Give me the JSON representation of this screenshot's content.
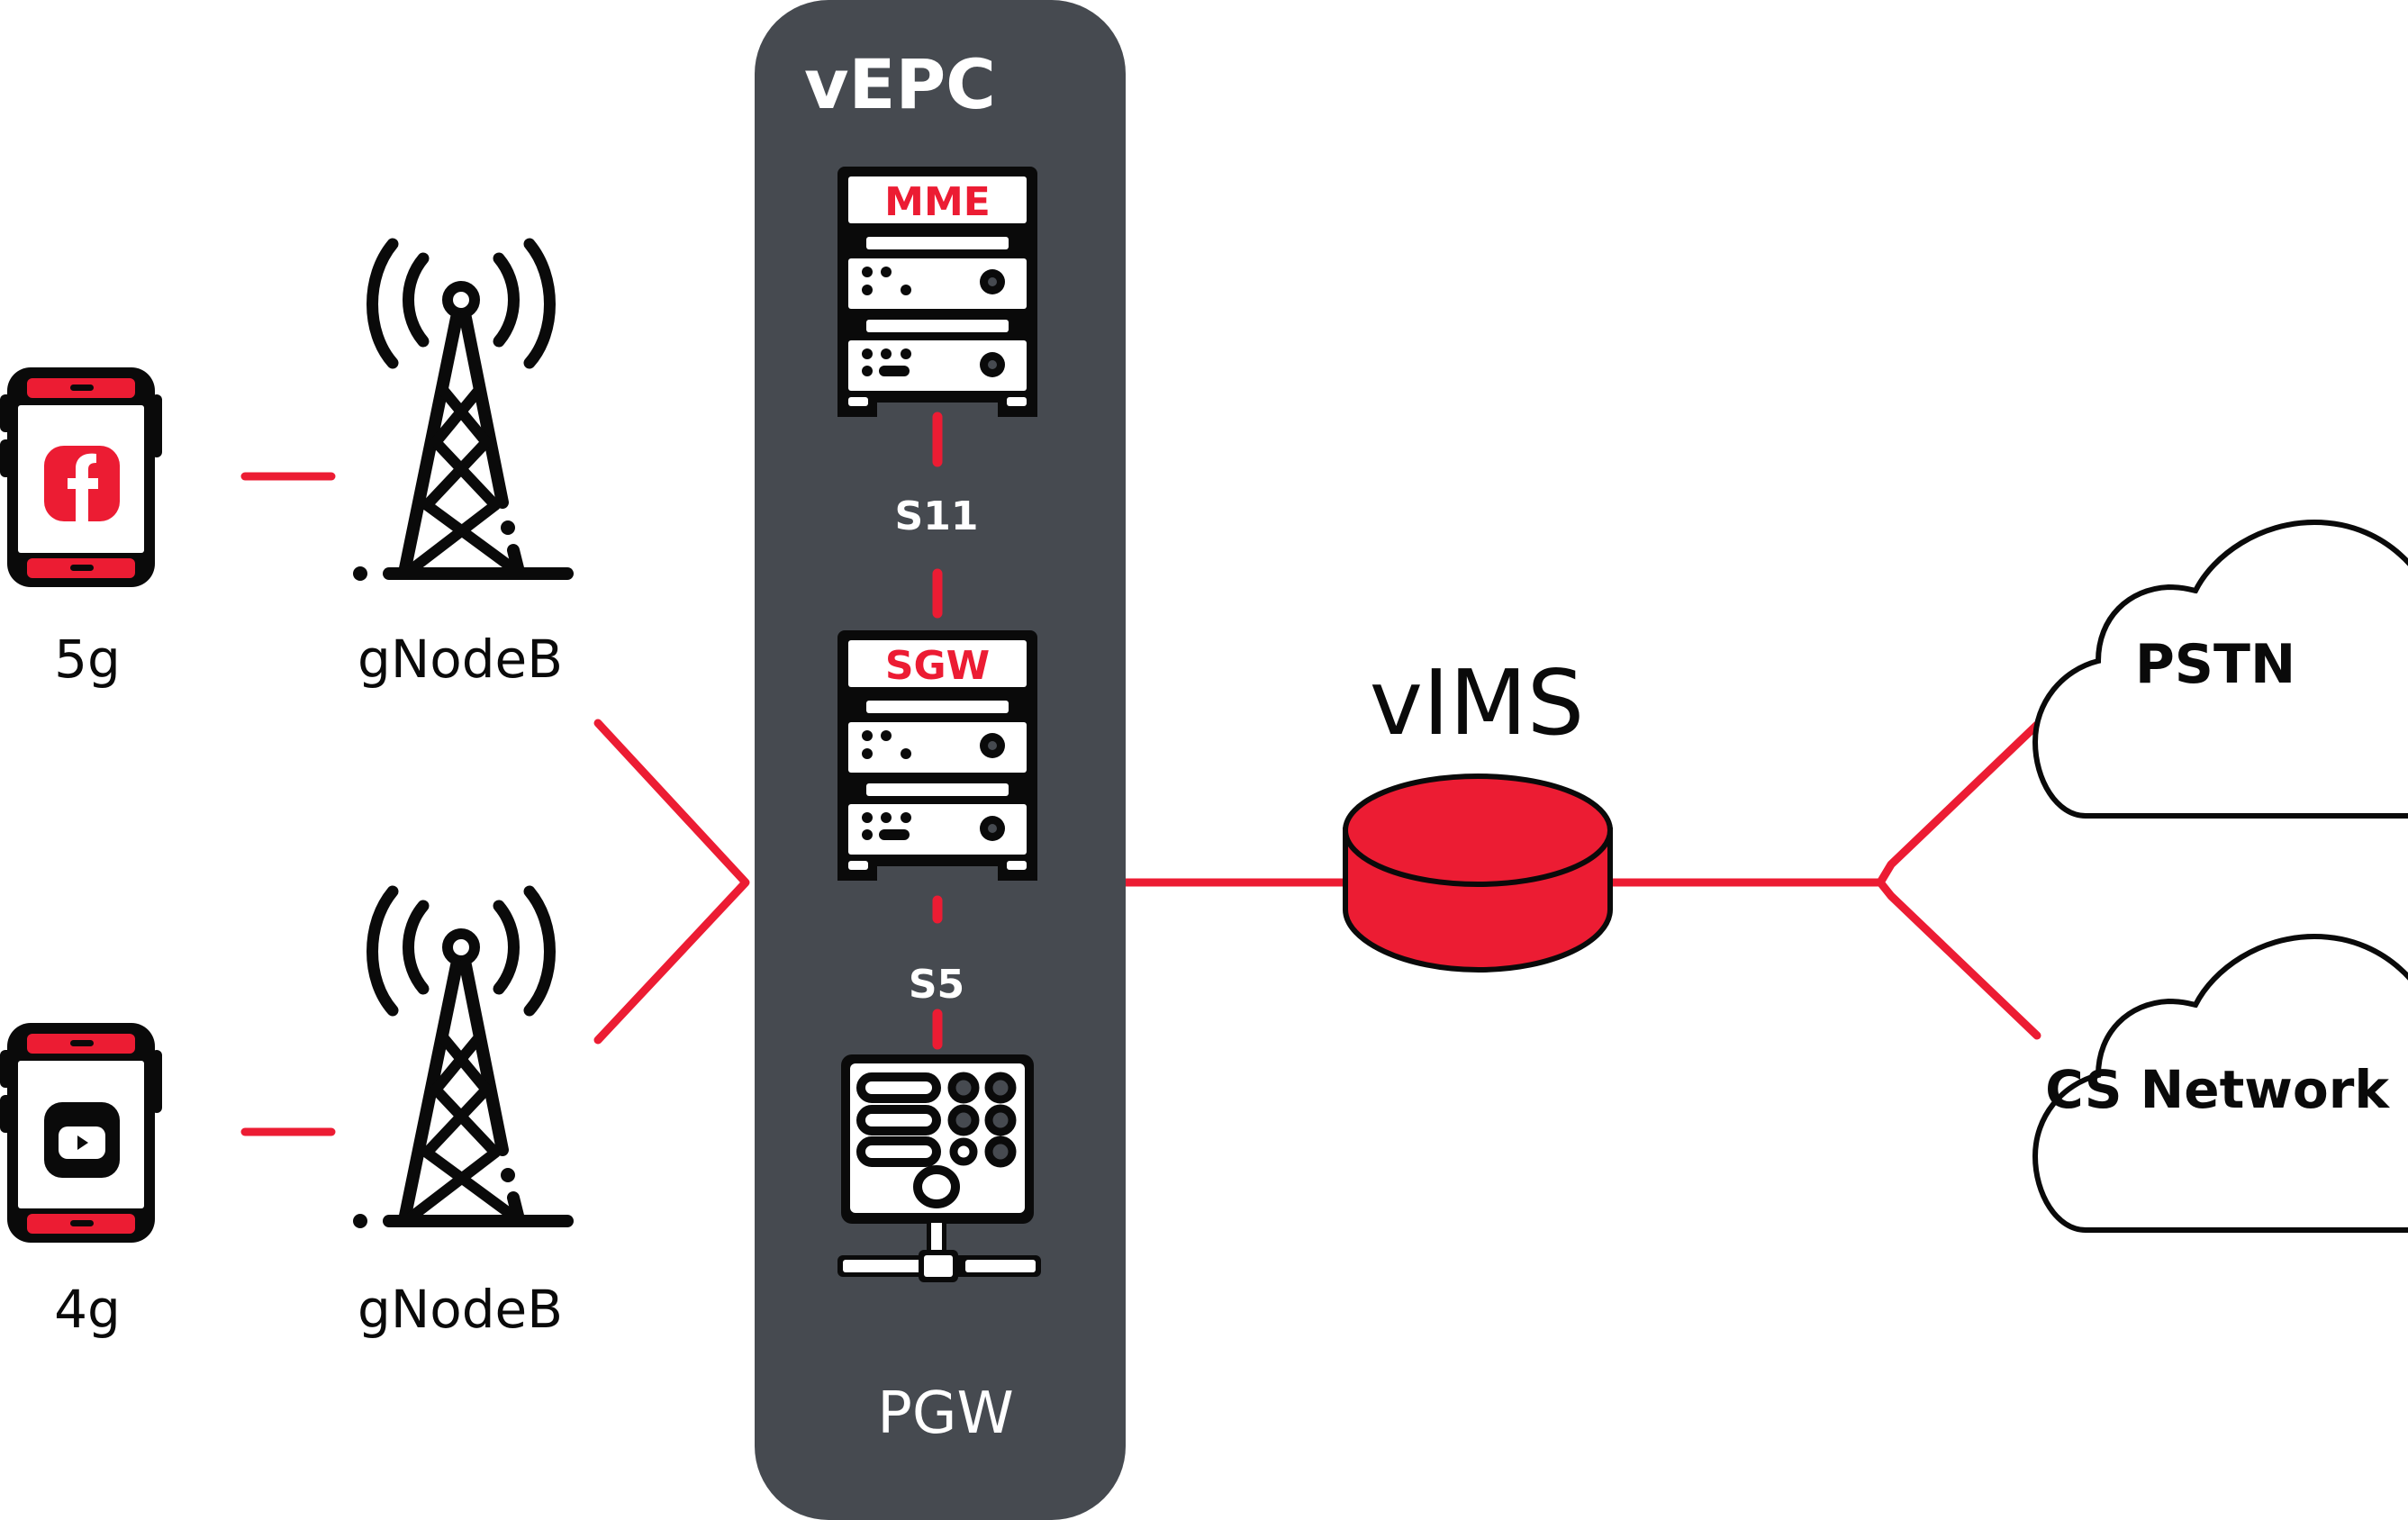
{
  "diagram": {
    "colors": {
      "accent_red": "#ec1c33",
      "panel_dark": "#464a50",
      "ink": "#0a0a0a",
      "background": "#ffffff"
    },
    "devices": [
      {
        "id": "device-5g",
        "label": "5g",
        "icon": "smartphone-facebook-icon",
        "app_icon": "facebook-icon"
      },
      {
        "id": "device-4g",
        "label": "4g",
        "icon": "smartphone-youtube-icon",
        "app_icon": "youtube-play-icon"
      }
    ],
    "base_stations": [
      {
        "id": "gnodeb-1",
        "label": "gNodeB",
        "icon": "cell-tower-icon"
      },
      {
        "id": "gnodeb-2",
        "label": "gNodeB",
        "icon": "cell-tower-icon"
      }
    ],
    "vepc": {
      "title": "vEPC",
      "nodes": [
        {
          "id": "mme",
          "label": "MME",
          "icon": "server-rack-icon"
        },
        {
          "id": "sgw",
          "label": "SGW",
          "icon": "server-rack-icon"
        },
        {
          "id": "pgw",
          "label": "PGW",
          "icon": "network-server-icon"
        }
      ],
      "interfaces": [
        {
          "from": "MME",
          "to": "SGW",
          "label": "S11"
        },
        {
          "from": "SGW",
          "to": "PGW",
          "label": "S5"
        }
      ]
    },
    "vims": {
      "label": "vIMS",
      "icon": "database-cylinder-icon"
    },
    "external_networks": [
      {
        "id": "pstn",
        "label": "PSTN",
        "icon": "cloud-icon"
      },
      {
        "id": "cs-network",
        "label": "CS Network",
        "icon": "cloud-icon"
      }
    ],
    "connections": [
      {
        "from": "5g",
        "to": "gNodeB (top)"
      },
      {
        "from": "4g",
        "to": "gNodeB (bottom)"
      },
      {
        "from": "gNodeB (top)",
        "to": "vEPC"
      },
      {
        "from": "gNodeB (bottom)",
        "to": "vEPC"
      },
      {
        "from": "vEPC",
        "to": "vIMS"
      },
      {
        "from": "vIMS",
        "to": "PSTN"
      },
      {
        "from": "vIMS",
        "to": "CS Network"
      }
    ]
  }
}
